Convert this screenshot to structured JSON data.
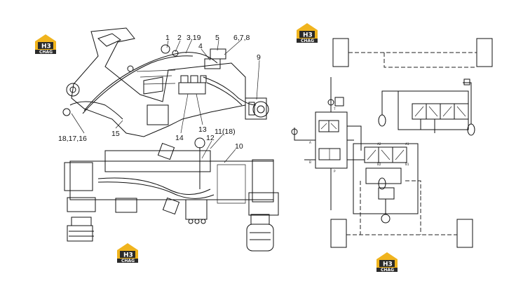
{
  "logo": {
    "mark": "H3",
    "wordmark": "CHAG",
    "brand_color": "#f0b41e",
    "dark_color": "#2a2a2a"
  },
  "callouts": [
    {
      "id": "c1",
      "text": "1"
    },
    {
      "id": "c2",
      "text": "2"
    },
    {
      "id": "c3",
      "text": "3,19"
    },
    {
      "id": "c4",
      "text": "4"
    },
    {
      "id": "c5",
      "text": "5"
    },
    {
      "id": "c6",
      "text": "6,7,8"
    },
    {
      "id": "c9",
      "text": "9"
    },
    {
      "id": "c18",
      "text": "18,17,16"
    },
    {
      "id": "c15",
      "text": "15"
    },
    {
      "id": "c14",
      "text": "14"
    },
    {
      "id": "c13",
      "text": "13"
    },
    {
      "id": "c11",
      "text": "11(18)"
    },
    {
      "id": "c12",
      "text": "12"
    },
    {
      "id": "c10",
      "text": "10"
    }
  ],
  "schematic_labels": {
    "port_a": "A",
    "port_b": "B",
    "port_a2": "A2",
    "port_b2": "B2",
    "port_a1": "A1",
    "port_b1": "B1",
    "port_t": "T",
    "port_p": "P"
  }
}
